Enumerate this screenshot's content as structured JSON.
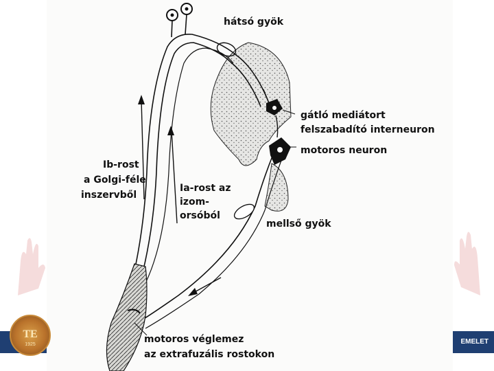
{
  "labels": {
    "dorsal_root": "hátsó gyök",
    "interneuron_l1": "gátló mediátort",
    "interneuron_l2": "felszabadító interneuron",
    "motor_neuron": "motoros neuron",
    "ib_l1": "Ib-rost",
    "ib_l2": "a Golgi-féle",
    "ib_l3": "inszervből",
    "ia_l1": "Ia-rost az",
    "ia_l2": "izom-",
    "ia_l3": "orsóból",
    "ventral_root": "mellső gyök",
    "endplate_l1": "motoros véglemez",
    "endplate_l2": "az extrafuzális rostokon"
  },
  "footer": {
    "seal_text": "TE",
    "seal_year": "1925",
    "right_text": "EMELET"
  },
  "colors": {
    "footer_band": "#1f3f72",
    "ink": "#111111",
    "paper": "#fbfbfa"
  }
}
